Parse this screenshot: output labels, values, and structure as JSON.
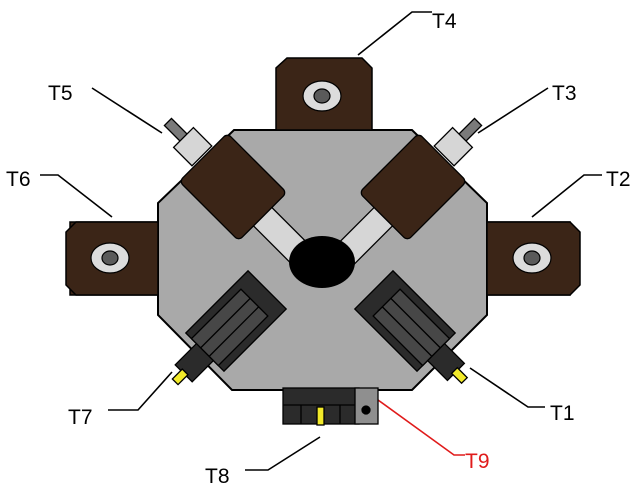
{
  "colors": {
    "body": "#a9a9a9",
    "outline": "#000000",
    "brown": "#3b2517",
    "steel_light": "#d6d6d6",
    "cartridge_dark": "#2b2b2b",
    "cartridge_mid": "#474747",
    "yellow_tip": "#f2ea2a",
    "label": "#000000",
    "highlight": "#e01b1b"
  },
  "labels": {
    "t1": "T1",
    "t2": "T2",
    "t3": "T3",
    "t4": "T4",
    "t5": "T5",
    "t6": "T6",
    "t7": "T7",
    "t8": "T8",
    "t9": "T9"
  }
}
